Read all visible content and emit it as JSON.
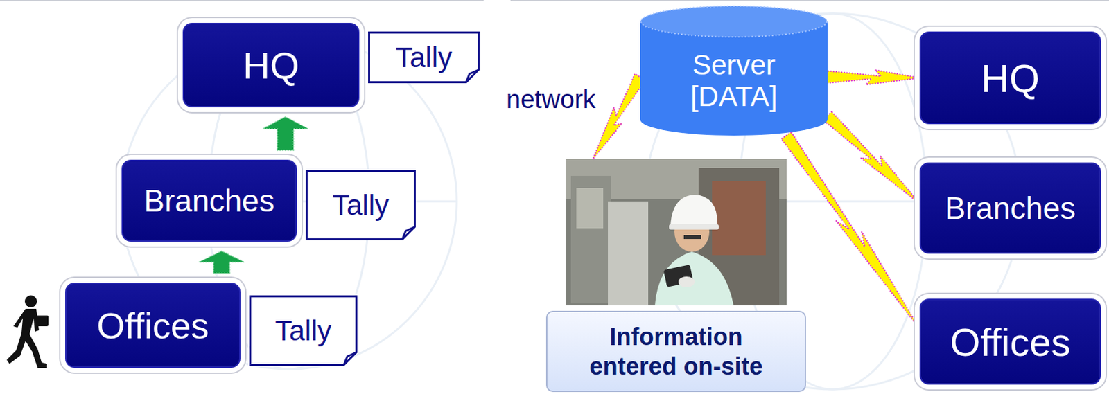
{
  "diagram": {
    "nodes": [
      {
        "text": [
          "HQ"
        ]
      },
      {
        "text": [
          "Tally"
        ]
      },
      {
        "text": [
          "Branches"
        ]
      },
      {
        "text": [
          "Tally"
        ]
      },
      {
        "text": [
          "Offices"
        ]
      },
      {
        "text": [
          "Tally"
        ]
      },
      {
        "text": [
          "Server [DATA]"
        ]
      },
      {
        "text": [
          "HQ"
        ]
      },
      {
        "text": [
          "Branches"
        ]
      },
      {
        "text": [
          "Offices"
        ]
      },
      {
        "text": [
          "Information entered on-site"
        ]
      }
    ],
    "edges": [
      {
        "from": 4,
        "to": 2,
        "arrow": "to"
      },
      {
        "from": 2,
        "to": 0,
        "arrow": "to"
      },
      {
        "from": 6,
        "to": 7,
        "arrow": "none"
      },
      {
        "from": 6,
        "to": 8,
        "arrow": "none"
      },
      {
        "from": 6,
        "to": 9,
        "arrow": "none"
      },
      {
        "from": 6,
        "to": 10,
        "label": "network",
        "arrow": "none"
      }
    ]
  }
}
